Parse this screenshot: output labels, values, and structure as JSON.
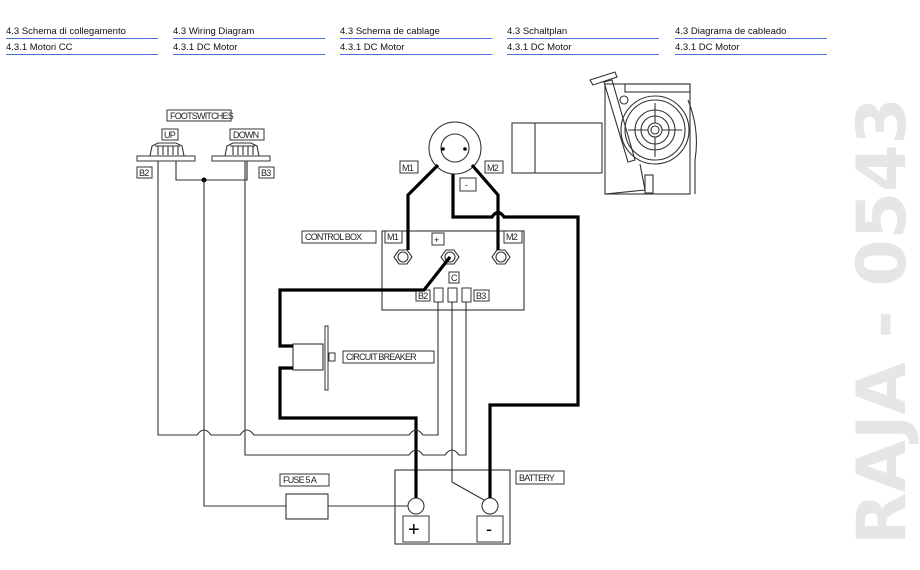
{
  "header": {
    "columns": [
      {
        "section": "4.3 Schema di collegamento",
        "subsection": "4.3.1 Motori CC"
      },
      {
        "section": "4.3 Wiring Diagram",
        "subsection": "4.3.1 DC Motor"
      },
      {
        "section": "4.3 Schema de cablage",
        "subsection": "4.3.1 DC Motor"
      },
      {
        "section": "4.3 Schaltplan",
        "subsection": "4.3.1 DC Motor"
      },
      {
        "section": "4.3 Diagrama de cableado",
        "subsection": "4.3.1 DC Motor"
      }
    ],
    "underline_color": "#4a6fd8"
  },
  "watermark": "RAJA - 0543",
  "diagram": {
    "footswitches": {
      "title": "FOOTSWITCHES",
      "up": "UP",
      "down": "DOWN",
      "left_terminal": "B2",
      "right_terminal": "B3"
    },
    "motor": {
      "m1": "M1",
      "m2": "M2",
      "negative": "-"
    },
    "control_box": {
      "title": "CONTROL BOX",
      "m1": "M1",
      "m2": "M2",
      "positive": "+",
      "common": "C",
      "b2": "B2",
      "b3": "B3"
    },
    "circuit_breaker": {
      "label": "CIRCUIT BREAKER"
    },
    "fuse": {
      "label": "FUSE 5 A"
    },
    "battery": {
      "label": "BATTERY",
      "positive": "+",
      "negative": "-"
    }
  }
}
